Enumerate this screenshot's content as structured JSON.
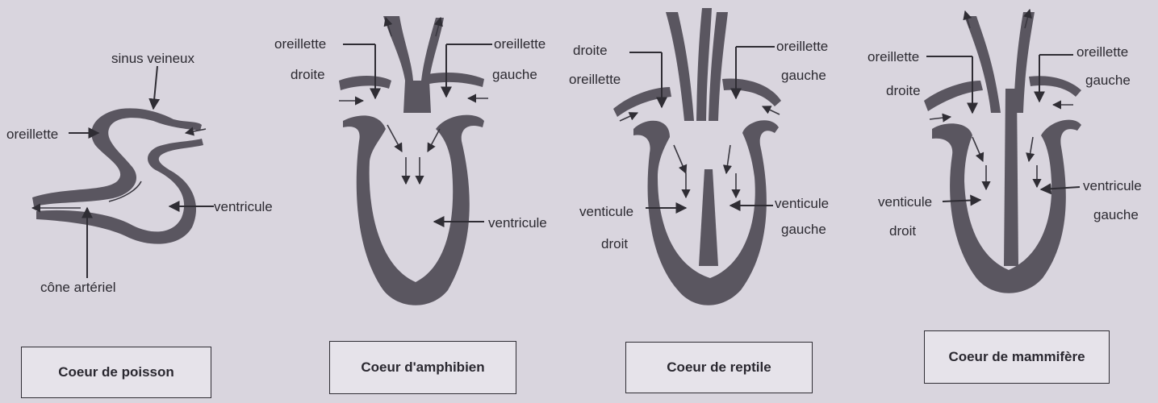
{
  "colors": {
    "background": "#d9d5de",
    "heart": "#5a5660",
    "ink": "#2c2a31"
  },
  "fish": {
    "label_sinus": "sinus veineux",
    "label_oreillette": "oreillette",
    "label_ventricule": "ventricule",
    "label_cone": "cône artériel",
    "caption": "Coeur de poisson"
  },
  "amphibian": {
    "label_od_1": "oreillette",
    "label_od_2": "droite",
    "label_og_1": "oreillette",
    "label_og_2": "gauche",
    "label_ventricule": "ventricule",
    "caption": "Coeur d'amphibien"
  },
  "reptile": {
    "label_od_1": "droite",
    "label_od_2": "oreillette",
    "label_og_1": "oreillette",
    "label_og_2": "gauche",
    "label_vd_1": "venticule",
    "label_vd_2": "droit",
    "label_vg_1": "venticule",
    "label_vg_2": "gauche",
    "caption": "Coeur de reptile"
  },
  "mammal": {
    "label_od_1": "oreillette",
    "label_od_2": "droite",
    "label_og_1": "oreillette",
    "label_og_2": "gauche",
    "label_vd_1": "venticule",
    "label_vd_2": "droit",
    "label_vg_1": "ventricule",
    "label_vg_2": "gauche",
    "caption": "Coeur de mammifère"
  }
}
